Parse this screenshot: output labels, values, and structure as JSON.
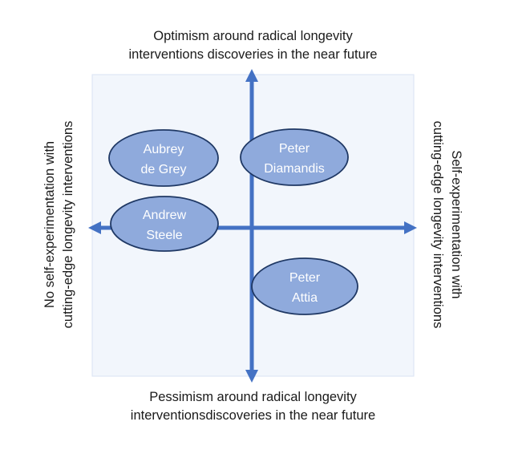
{
  "axes": {
    "top": [
      "Optimism around radical longevity",
      "interventions discoveries in the near future"
    ],
    "bottom": [
      "Pessimism around radical longevity",
      "interventionsdiscoveries in the near future"
    ],
    "left": [
      "No self-experimentation with",
      "cutting-edge longevity interventions"
    ],
    "right": [
      "Self-experimentation with",
      "cutting-edge longevity interventions"
    ]
  },
  "people": [
    {
      "line1": "Aubrey",
      "line2": "de Grey"
    },
    {
      "line1": "Peter",
      "line2": "Diamandis"
    },
    {
      "line1": "Andrew",
      "line2": "Steele"
    },
    {
      "line1": "Peter",
      "line2": "Attia"
    }
  ],
  "colors": {
    "axis": "#4472c4",
    "bubble_fill": "#8faadc",
    "bubble_stroke": "#1f3864",
    "panel": "#f2f6fc",
    "panel_border": "#dae3f3"
  }
}
